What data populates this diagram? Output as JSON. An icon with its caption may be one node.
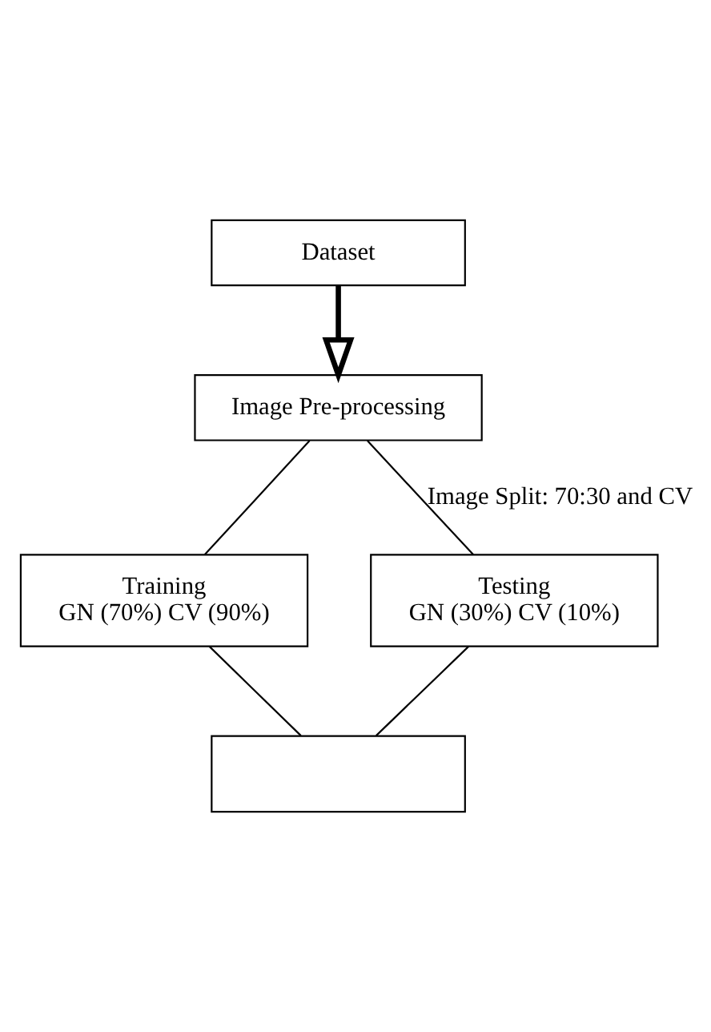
{
  "diagram": {
    "nodes": [
      {
        "text": [
          "Dataset"
        ]
      },
      {
        "text": [
          "Image Pre-processing"
        ]
      },
      {
        "text": [
          "Training",
          "GN (70%) CV (90%)"
        ]
      },
      {
        "text": [
          "Testing",
          "GN (30%) CV (10%)"
        ]
      },
      {
        "text": [],
        "shape": "box"
      }
    ],
    "edges": [
      {
        "from": 0,
        "to": 1,
        "arrow": "to",
        "style": "thick"
      },
      {
        "from": 1,
        "to": 2,
        "arrow": "none"
      },
      {
        "from": 1,
        "to": 3,
        "arrow": "none",
        "label": "Image Split: 70:30 and CV"
      },
      {
        "from": 2,
        "to": 4,
        "arrow": "none"
      },
      {
        "from": 3,
        "to": 4,
        "arrow": "none"
      }
    ]
  }
}
